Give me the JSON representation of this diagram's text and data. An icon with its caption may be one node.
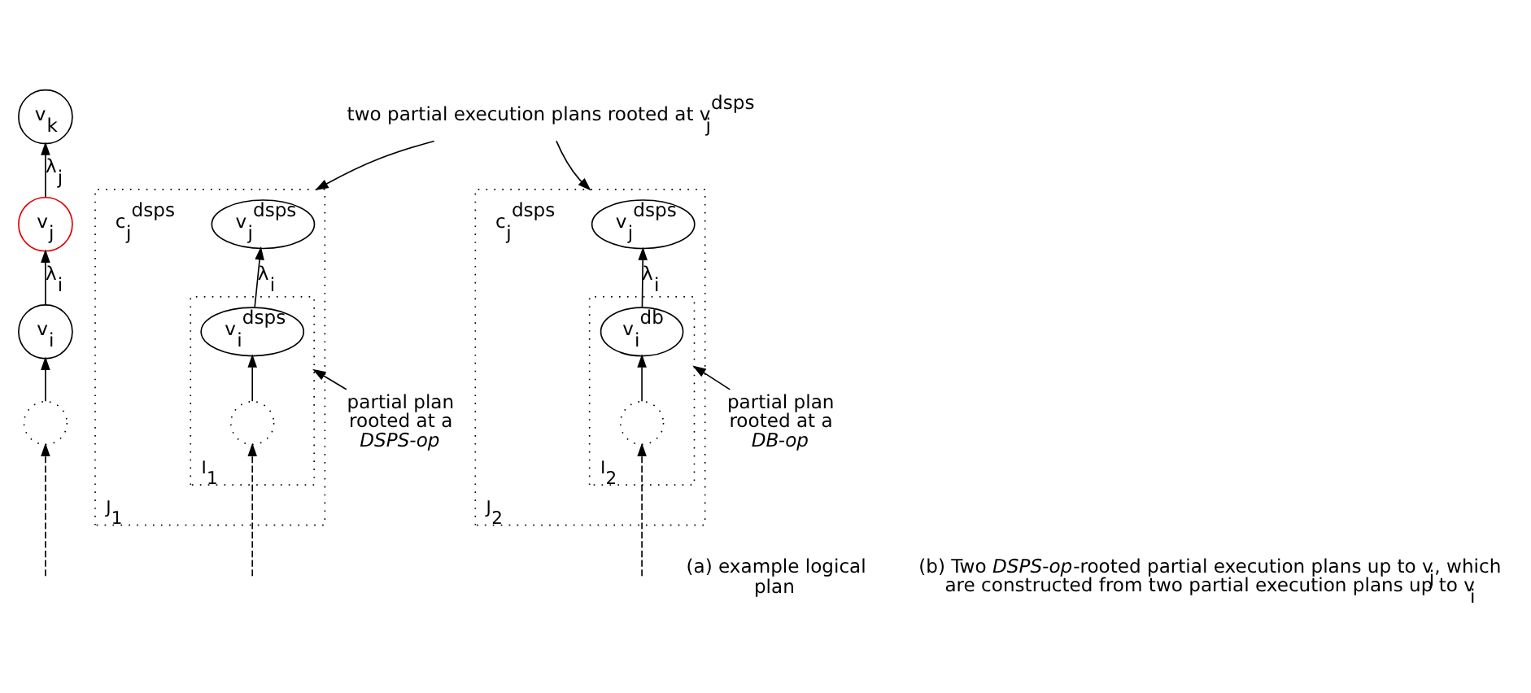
{
  "diagram": {
    "nodes": [
      {
        "text": [
          "v$_{k}$"
        ]
      },
      {
        "text": [
          "v$_{j}$"
        ]
      },
      {
        "text": [
          "v$_{i}$"
        ]
      },
      {
        "text": [],
        "shape": "circle"
      },
      {
        "text": [
          "two partial execution plans rooted at v$_{j}$$^{dsps}$"
        ]
      },
      {
        "text": [
          "J$_{1}$"
        ]
      },
      {
        "text": [
          "v$_{j}$$^{dsps}$"
        ],
        "in": 5,
        "beside": [
          "c$_{j}$$^{dsps}$"
        ]
      },
      {
        "text": [
          "I$_{1}$"
        ],
        "in": 5
      },
      {
        "text": [
          "v$_{i}$$^{dsps}$"
        ],
        "in": 7
      },
      {
        "text": [],
        "shape": "circle",
        "in": 7
      },
      {
        "text": [
          "partial plan rooted at a *DSPS-op*"
        ]
      },
      {
        "text": [
          "J$_{2}$"
        ]
      },
      {
        "text": [
          "v$_{j}$$^{dsps}$"
        ],
        "in": 11,
        "beside": [
          "c$_{j}$$^{dsps}$"
        ]
      },
      {
        "text": [
          "I$_{2}$"
        ],
        "in": 11
      },
      {
        "text": [
          "v$_{i}$$^{db}$"
        ],
        "in": 13
      },
      {
        "text": [],
        "shape": "circle",
        "in": 13
      },
      {
        "text": [
          "partial plan rooted at a *DB-op*"
        ]
      }
    ],
    "edges": [
      {
        "from": 1,
        "to": 0,
        "arrow": "to",
        "label": "λ$_{j}$"
      },
      {
        "from": 2,
        "to": 1,
        "arrow": "to",
        "label": "λ$_{i}$"
      },
      {
        "from": 3,
        "to": 2,
        "arrow": "to"
      },
      {
        "from": null,
        "to": 3,
        "arrow": "to",
        "style": "dashed"
      },
      {
        "from": 4,
        "to": 5,
        "arrow": "to"
      },
      {
        "from": 4,
        "to": 11,
        "arrow": "to"
      },
      {
        "from": 8,
        "to": 6,
        "arrow": "to",
        "label": "λ$_{i}$"
      },
      {
        "from": 9,
        "to": 8,
        "arrow": "to"
      },
      {
        "from": null,
        "to": 9,
        "arrow": "to",
        "style": "dashed"
      },
      {
        "from": 10,
        "to": 7,
        "arrow": "to"
      },
      {
        "from": 14,
        "to": 12,
        "arrow": "to",
        "label": "λ$_{i}$"
      },
      {
        "from": 15,
        "to": 14,
        "arrow": "to"
      },
      {
        "from": null,
        "to": 15,
        "arrow": "to",
        "style": "dashed"
      },
      {
        "from": 16,
        "to": 13,
        "arrow": "to"
      }
    ],
    "labels": [
      "(a) example logical plan",
      "(b) Two *DSPS-op*-rooted partial execution plans up to v$_{j}$, which are constructed from two partial execution plans up to v$_{i}$"
    ]
  }
}
